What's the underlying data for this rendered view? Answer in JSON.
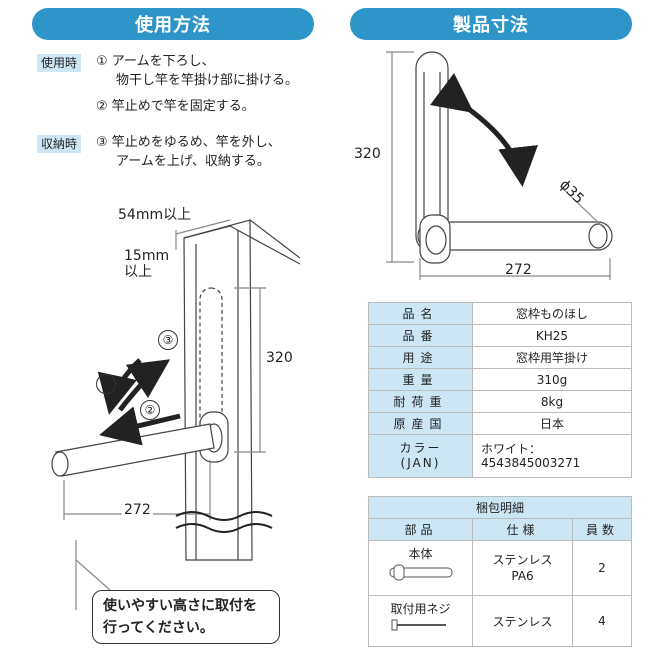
{
  "headers": {
    "usage": "使用方法",
    "dimensions": "製品寸法"
  },
  "usage": {
    "use_tag": "使用時",
    "steps": [
      {
        "num": "①",
        "line1": "アームを下ろし、",
        "line2": "物干し竿を竿掛け部に掛ける。"
      },
      {
        "num": "②",
        "line1": "竿止めで竿を固定する。"
      }
    ],
    "store_tag": "収納時",
    "store_step": {
      "num": "③",
      "line1": "竿止めをゆるめ、竿を外し、",
      "line2": "アームを上げ、収納する。"
    }
  },
  "diagram_left": {
    "frame_width": "54mm以上",
    "gap_line1": "15mm",
    "gap_line2": "以上",
    "height": "320",
    "width": "272",
    "arrow1": "①",
    "arrow2": "②",
    "arrow3": "③",
    "note_line1": "使いやすい高さに取付を",
    "note_line2": "行ってください。"
  },
  "diagram_right": {
    "height": "320",
    "width": "272",
    "diameter": "ϕ35"
  },
  "spec": {
    "rows": [
      {
        "label": "品名",
        "value": "窓枠ものほし"
      },
      {
        "label": "品番",
        "value": "KH25"
      },
      {
        "label": "用途",
        "value": "窓枠用竿掛け"
      },
      {
        "label": "重量",
        "value": "310g"
      },
      {
        "label": "耐荷重",
        "value": "8kg"
      },
      {
        "label": "原産国",
        "value": "日本"
      }
    ],
    "color_label1": "カラー",
    "color_label2": "(JAN)",
    "color_value1": "ホワイト：",
    "color_value2": "4543845003271",
    "pack_title": "梱包明細",
    "pack_headers": {
      "part": "部品",
      "spec": "仕様",
      "qty": "員数"
    },
    "parts": [
      {
        "name": "本体",
        "spec1": "ステンレス",
        "spec2": "PA6",
        "qty": "2"
      },
      {
        "name": "取付用ネジ",
        "spec1": "ステンレス",
        "spec2": "",
        "qty": "4"
      }
    ]
  }
}
